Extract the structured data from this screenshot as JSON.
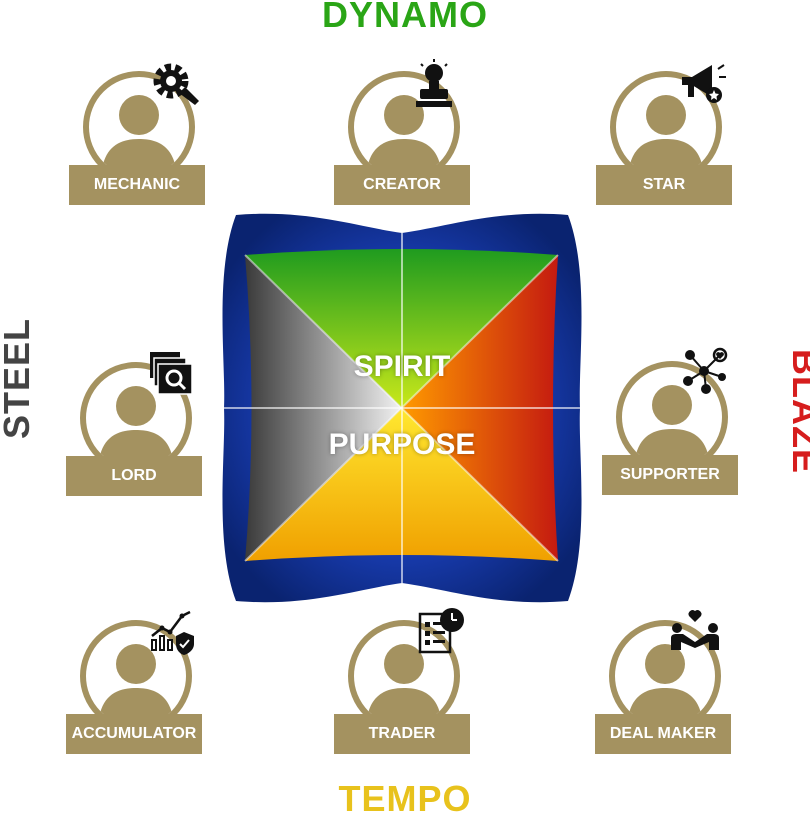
{
  "labels": {
    "top": "DYNAMO",
    "bottom": "TEMPO",
    "left": "STEEL",
    "right": "BLAZE"
  },
  "center": {
    "line1": "SPIRIT",
    "line2": "PURPOSE"
  },
  "roles": [
    {
      "label": "MECHANIC",
      "icon": "gear-wrench-icon"
    },
    {
      "label": "CREATOR",
      "icon": "lightbulb-stamp-icon"
    },
    {
      "label": "STAR",
      "icon": "megaphone-icon"
    },
    {
      "label": "LORD",
      "icon": "folder-search-icon"
    },
    {
      "label": "SUPPORTER",
      "icon": "network-heart-icon"
    },
    {
      "label": "ACCUMULATOR",
      "icon": "chart-shield-icon"
    },
    {
      "label": "TRADER",
      "icon": "clipboard-clock-icon"
    },
    {
      "label": "DEAL MAKER",
      "icon": "handshake-people-icon"
    }
  ],
  "colors": {
    "badge": "#a49260",
    "dynamo": "#2aa516",
    "tempo": "#e8c21c",
    "steel": "#444444",
    "blaze": "#d61d1d",
    "frame": "#1a3a8f"
  }
}
